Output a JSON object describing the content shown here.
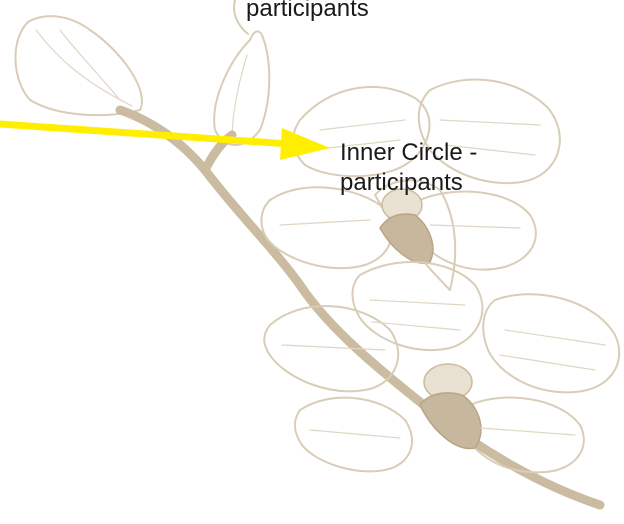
{
  "slide": {
    "top_label_fragment": "participants",
    "inner_label_line1": "Inner Circle -",
    "inner_label_line2": "participants"
  },
  "decoration": {
    "background_art": "orchid-line-drawing",
    "art_color": "#d9cdb8",
    "arrow_color": "#ffee00",
    "arrow_direction": "right"
  }
}
